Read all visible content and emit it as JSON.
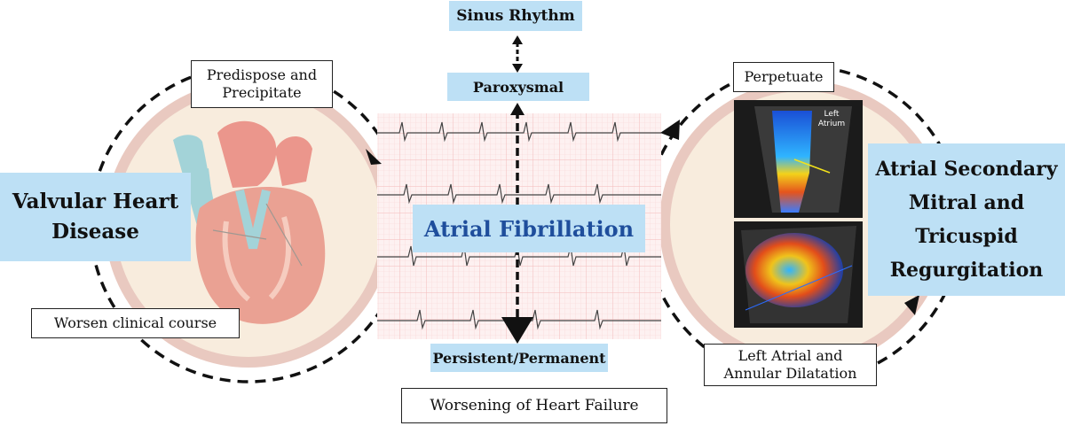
{
  "center": {
    "title": "Atrial Fibrillation",
    "sinus": "Sinus Rhythm",
    "paroxysmal": "Paroxysmal",
    "persistent": "Persistent/Permanent",
    "worsening_hf": "Worsening of Heart Failure"
  },
  "left": {
    "title_line1": "Valvular Heart",
    "title_line2": "Disease",
    "predispose_line1": "Predispose and",
    "predispose_line2": "Precipitate",
    "worsen": "Worsen clinical course"
  },
  "right": {
    "title_line1": "Atrial Secondary",
    "title_line2": "Mitral and",
    "title_line3": "Tricuspid",
    "title_line4": "Regurgitation",
    "perpetuate": "Perpetuate",
    "dilatation_line1": "Left Atrial and",
    "dilatation_line2": "Annular Dilatation",
    "echo_label_line1": "Left",
    "echo_label_line2": "Atrium"
  },
  "colors": {
    "box_blue": "#bde0f5",
    "title_blue": "#1f4e9c",
    "ring": "#e9c9c0",
    "circle_fill": "#f8ecdd",
    "ecg_grid": "#f6c7c7"
  }
}
